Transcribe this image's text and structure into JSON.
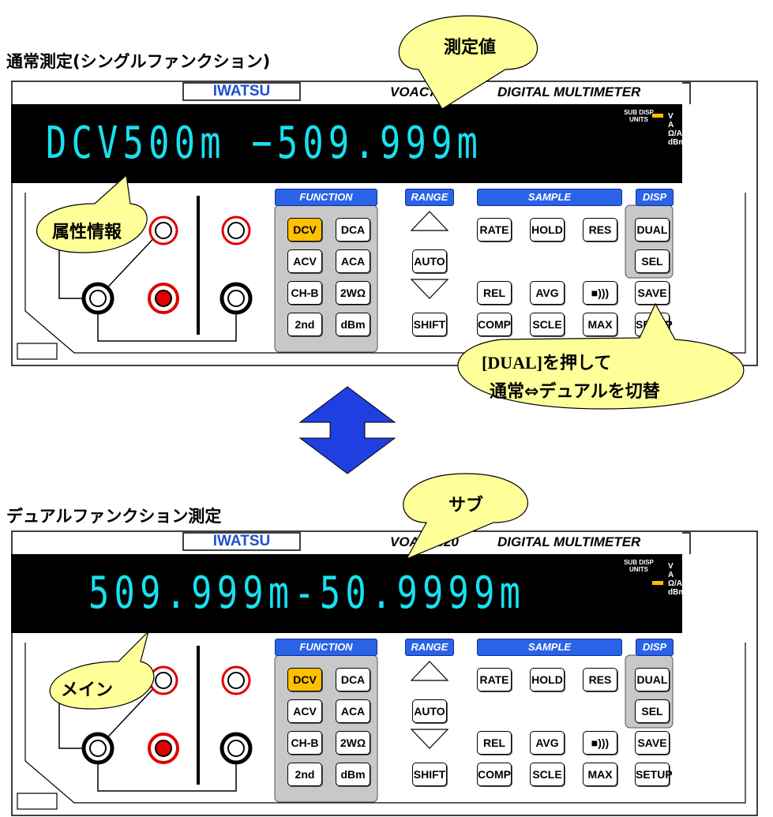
{
  "titles": {
    "single": "通常測定(シングルファンクション)",
    "dual": "デュアルファンクション測定"
  },
  "panel": {
    "brand": "IWATSU",
    "product": "DIGITAL MULTIMETER",
    "sub_disp_units": "SUB DISP UNITS",
    "unit_lamps": [
      "V",
      "A",
      "Ω/AC",
      "dBm"
    ],
    "groups": {
      "function": "FUNCTION",
      "range": "RANGE",
      "sample": "SAMPLE",
      "disp": "DISP"
    },
    "keys": {
      "dcv": "DCV",
      "dca": "DCA",
      "acv": "ACV",
      "aca": "ACA",
      "ch_b": "CH-B",
      "two_w": "2WΩ",
      "second": "2nd",
      "dbm": "dBm",
      "auto": "AUTO",
      "shift": "SHIFT",
      "rate": "RATE",
      "hold": "HOLD",
      "res": "RES",
      "rel": "REL",
      "avg": "AVG",
      "beep": "■)))",
      "comp": "COMP",
      "scle": "SCLE",
      "max": "MAX",
      "dual": "DUAL",
      "sel": "SEL",
      "save": "SAVE",
      "setup": "SETUP"
    },
    "active_key_color": "#ffc000",
    "display_color": "#19e0ef"
  },
  "top_panel": {
    "model": "VOAC7520",
    "readout": "DCV500m −509.999m"
  },
  "bottom_panel": {
    "model": "VOAC7520",
    "readout": "509.999m-50.9999m"
  },
  "callouts": {
    "measured_value": "測定値",
    "attribute_info": "属性情報",
    "dual_toggle_line1": "[DUAL]を押して",
    "dual_toggle_line2": "通常⇔デュアルを切替",
    "sub": "サブ",
    "main": "メイン"
  },
  "colors": {
    "callout_fill": "#ffff99",
    "arrow_fill": "#1f3fe0",
    "brand_blue": "#1f4fd1",
    "terminal_red": "#e00000"
  }
}
